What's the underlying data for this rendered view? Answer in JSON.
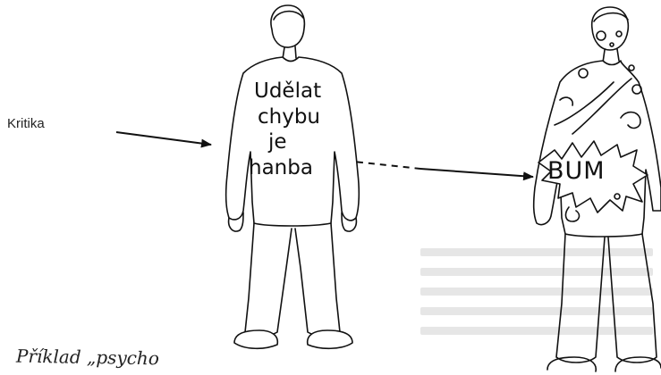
{
  "stimulus_label": "Kritika",
  "shirt_lines": [
    "Udělat",
    "chybu",
    "je",
    "hanba"
  ],
  "explosion_label": "BUM",
  "caption": "Příklad „psycho"
}
